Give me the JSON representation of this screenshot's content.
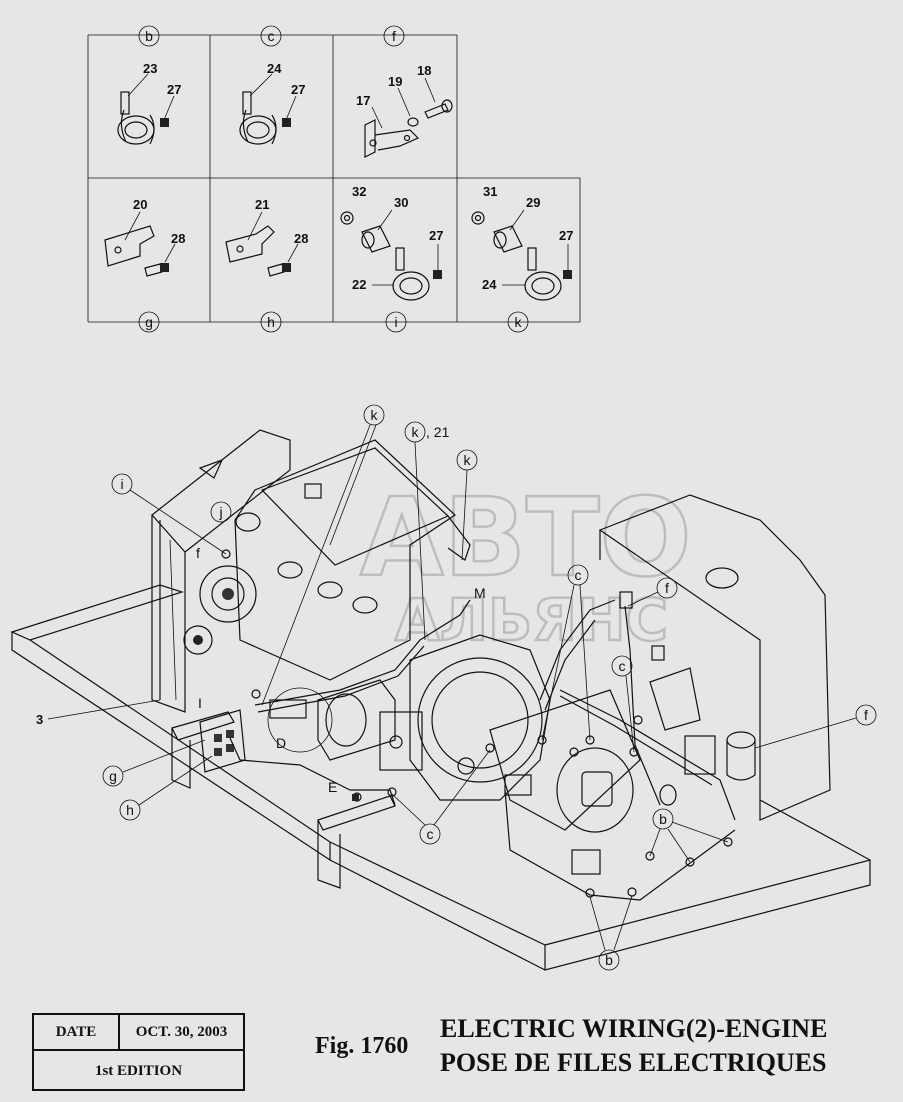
{
  "detail_panels": [
    {
      "id": "b",
      "parts": [
        "23",
        "27"
      ]
    },
    {
      "id": "c",
      "parts": [
        "24",
        "27"
      ]
    },
    {
      "id": "f",
      "parts": [
        "17",
        "19",
        "18"
      ]
    },
    {
      "id": "g",
      "parts": [
        "20",
        "28"
      ]
    },
    {
      "id": "h",
      "parts": [
        "21",
        "28"
      ]
    },
    {
      "id": "i",
      "parts": [
        "32",
        "30",
        "27",
        "22"
      ]
    },
    {
      "id": "k",
      "parts": [
        "31",
        "29",
        "27",
        "24"
      ]
    }
  ],
  "callouts": {
    "k": "k",
    "k21": "k",
    "k21_suffix": ", 21",
    "i": "i",
    "j": "j",
    "f": "f",
    "c": "c",
    "b": "b",
    "g": "g",
    "h": "h",
    "M": "M",
    "D": "D",
    "E": "E",
    "I": "I",
    "three": "3"
  },
  "watermark": {
    "line1": "АВТО",
    "line2": "АЛЬЯНС"
  },
  "footer": {
    "date_label": "DATE",
    "date_value": "OCT. 30, 2003",
    "edition": "1st EDITION",
    "fig_number": "Fig. 1760",
    "title_en": "ELECTRIC WIRING(2)-ENGINE",
    "title_fr": "POSE DE FILES ELECTRIQUES"
  }
}
